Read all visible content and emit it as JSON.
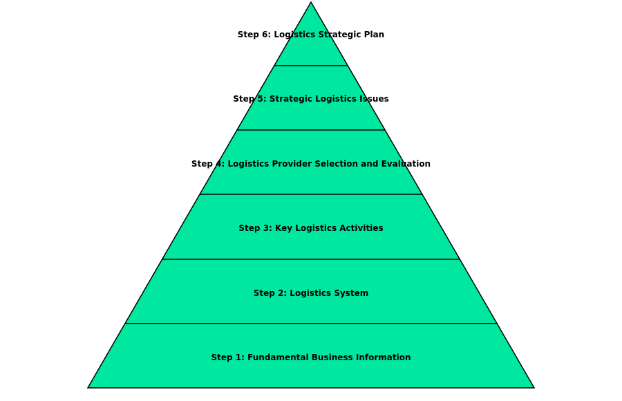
{
  "diagram": {
    "type": "pyramid",
    "fill_color": "#00e8a0",
    "line_color": "#000000",
    "text_color": "#000000",
    "steps": [
      {
        "label": "Step 6: Logistics Strategic Plan"
      },
      {
        "label": "Step 5: Strategic Logistics Issues"
      },
      {
        "label": "Step 4: Logistics Provider Selection and Evaluation"
      },
      {
        "label": "Step 3: Key Logistics Activities"
      },
      {
        "label": "Step 2: Logistics System"
      },
      {
        "label": "Step 1: Fundamental Business Information"
      }
    ]
  }
}
